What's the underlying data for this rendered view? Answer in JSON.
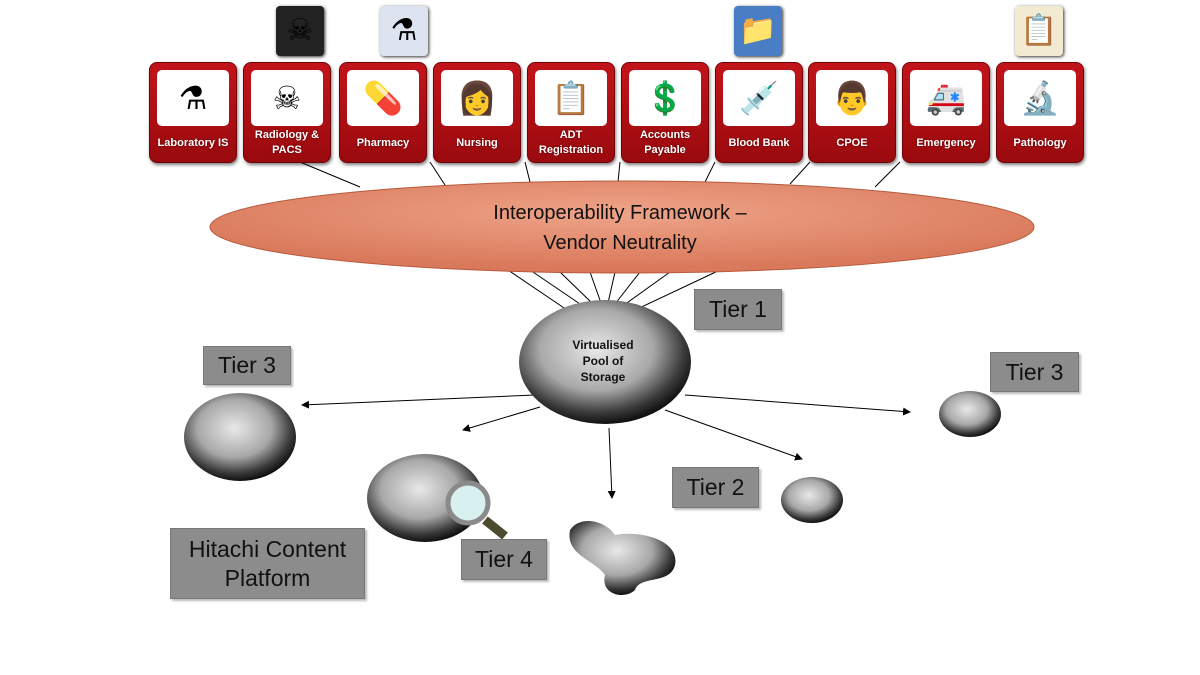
{
  "apps": [
    {
      "label": "Laboratory IS",
      "icon": "flask-icon",
      "glyph": "⚗"
    },
    {
      "label": "Radiology & PACS",
      "icon": "x-ray-icon",
      "glyph": "☠"
    },
    {
      "label": "Pharmacy",
      "icon": "pill-icon",
      "glyph": "💊"
    },
    {
      "label": "Nursing",
      "icon": "nurse-icon",
      "glyph": "👩"
    },
    {
      "label": "ADT Registration",
      "icon": "clipboard-icon",
      "glyph": "📋"
    },
    {
      "label": "Accounts Payable",
      "icon": "user-dollar-icon",
      "glyph": "💲"
    },
    {
      "label": "Blood Bank",
      "icon": "syringe-icon",
      "glyph": "💉"
    },
    {
      "label": "CPOE",
      "icon": "doctor-computer-icon",
      "glyph": "👨"
    },
    {
      "label": "Emergency",
      "icon": "ambulance-icon",
      "glyph": "🚑"
    },
    {
      "label": "Pathology",
      "icon": "microscope-icon",
      "glyph": "🔬"
    }
  ],
  "overlays": [
    {
      "icon": "x-ray-film-icon",
      "glyph": "☠"
    },
    {
      "icon": "beakers-icon",
      "glyph": "⚗"
    },
    {
      "icon": "medical-folder-icon",
      "glyph": "📁"
    },
    {
      "icon": "medical-clipboard-icon",
      "glyph": "📋"
    }
  ],
  "framework": {
    "line1": "Interoperability Framework –",
    "line2": "Vendor Neutrality",
    "color": "#e07f60"
  },
  "pool": {
    "line1": "Virtualised",
    "line2": "Pool of",
    "line3": "Storage"
  },
  "tiers": {
    "tier1": "Tier 1",
    "tier3_left": "Tier 3",
    "tier3_right": "Tier 3",
    "tier2": "Tier 2",
    "tier4": "Tier 4"
  },
  "hcp": {
    "line1": "Hitachi Content",
    "line2": "Platform"
  },
  "colors": {
    "app_red": "#b00f14",
    "label_gray": "#8c8c8c"
  }
}
